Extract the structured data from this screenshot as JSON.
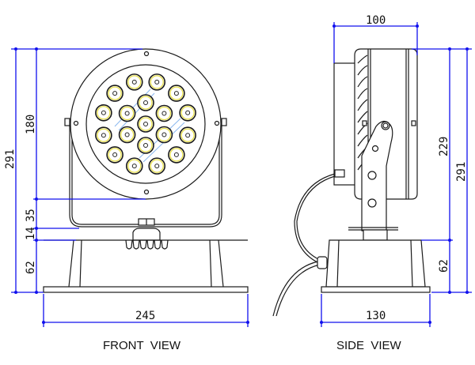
{
  "drawing": {
    "front_view": {
      "caption": "FRONT  VIEW",
      "dimensions": {
        "overall_height": "291",
        "head_height": "180",
        "bracket_gap": "35",
        "bracket_base": "14",
        "base_height": "62",
        "base_width": "245"
      },
      "led_count": 19
    },
    "side_view": {
      "caption": "SIDE  VIEW",
      "dimensions": {
        "depth": "100",
        "upper_height": "229",
        "overall_height": "291",
        "base_height": "62",
        "base_width": "130"
      }
    },
    "colors": {
      "outline": "#1a1a1a",
      "dimension": "#1010ee",
      "led_highlight": "#e8e04a",
      "hatch": "#8ab8ef"
    }
  }
}
